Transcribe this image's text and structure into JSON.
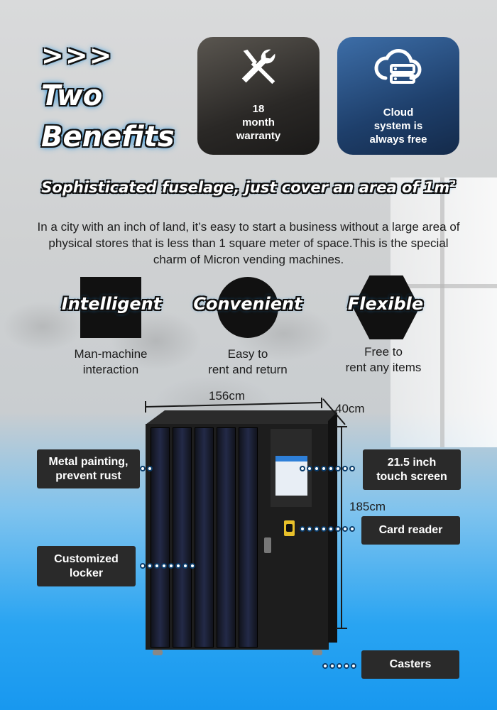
{
  "heading": {
    "arrows": ">>>",
    "line1": "Two",
    "line2": "Benefits"
  },
  "benefits": [
    {
      "icon": "tools-icon",
      "text_lines": [
        "18",
        "month",
        "warranty"
      ]
    },
    {
      "icon": "cloud-server-icon",
      "text_lines": [
        "Cloud",
        "system is",
        "always free"
      ]
    }
  ],
  "tagline": {
    "text": "Sophisticated fuselage, just cover an area of 1m",
    "superscript": "2"
  },
  "intro": "In a city with an inch of land, it’s easy to start a business without a large area of physical stores that is less than 1 square meter of space.This is the special charm of Micron vending machines.",
  "features": [
    {
      "label": "Intelligent",
      "desc_lines": [
        "Man-machine",
        "interaction"
      ]
    },
    {
      "label": "Convenient",
      "desc_lines": [
        "Easy to",
        "rent and return"
      ]
    },
    {
      "label": "Flexible",
      "desc_lines": [
        "Free to",
        "rent any items"
      ]
    }
  ],
  "dimensions": {
    "width": "156cm",
    "depth": "40cm",
    "height": "185cm"
  },
  "callouts": {
    "metal": [
      "Metal painting,",
      "prevent rust"
    ],
    "locker": [
      "Customized",
      "locker"
    ],
    "touch": [
      "21.5 inch",
      "touch screen"
    ],
    "card": "Card reader",
    "casters": "Casters"
  },
  "colors": {
    "accent_glow": "#1a8fe0",
    "callout_bg": "#2a2a2a",
    "card_reader": "#e8c02a"
  }
}
